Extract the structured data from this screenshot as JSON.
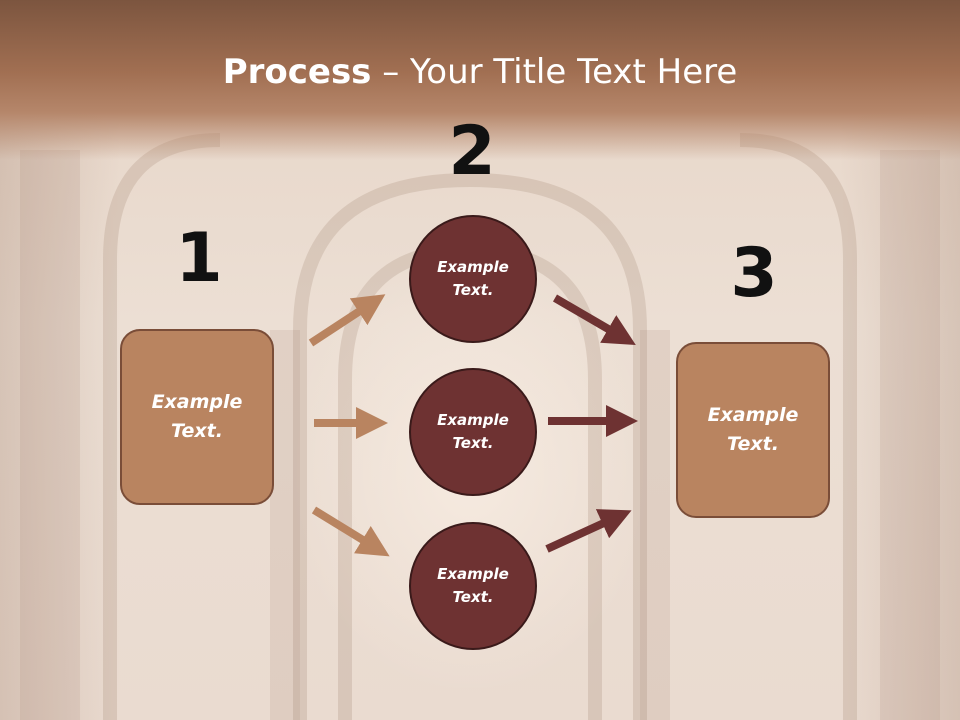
{
  "slide": {
    "title_bold": "Process",
    "title_rest": " – Your Title Text Here"
  },
  "steps": {
    "num1": "1",
    "num2": "2",
    "num3": "3"
  },
  "left_box": {
    "text": "Example Text."
  },
  "right_box": {
    "text": "Example Text."
  },
  "circles": [
    {
      "text": "Example Text."
    },
    {
      "text": "Example Text."
    },
    {
      "text": "Example Text."
    }
  ],
  "colors": {
    "header": "#a16f52",
    "box_fill": "#b98460",
    "circle_fill": "#6e3232",
    "arrow_light": "#b98460",
    "arrow_dark": "#6e3232"
  }
}
